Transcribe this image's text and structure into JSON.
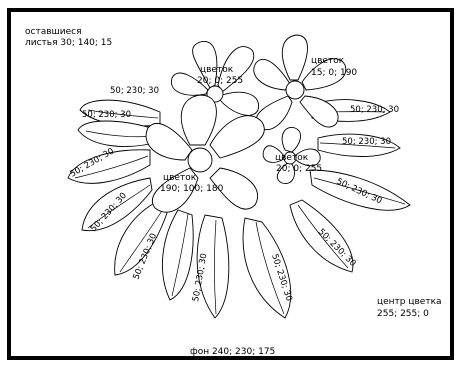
{
  "labels": {
    "remaining_leaves": [
      "оставшиеся",
      "листья 30; 140; 15"
    ],
    "background": "фон  240; 230; 175",
    "flower_center": [
      "центр цветка",
      "255; 255; 0"
    ],
    "flower_top": [
      "цветок",
      "20; 0; 255"
    ],
    "flower_right": [
      "цветок",
      "15; 0; 190"
    ],
    "flower_big": [
      "цветок",
      "190; 100; 180"
    ],
    "flower_small": [
      "цветок",
      "20; 0; 255"
    ],
    "leaf_value": "50; 230; 30"
  },
  "colors": {
    "outline": "#000000",
    "fill": "#ffffff"
  }
}
